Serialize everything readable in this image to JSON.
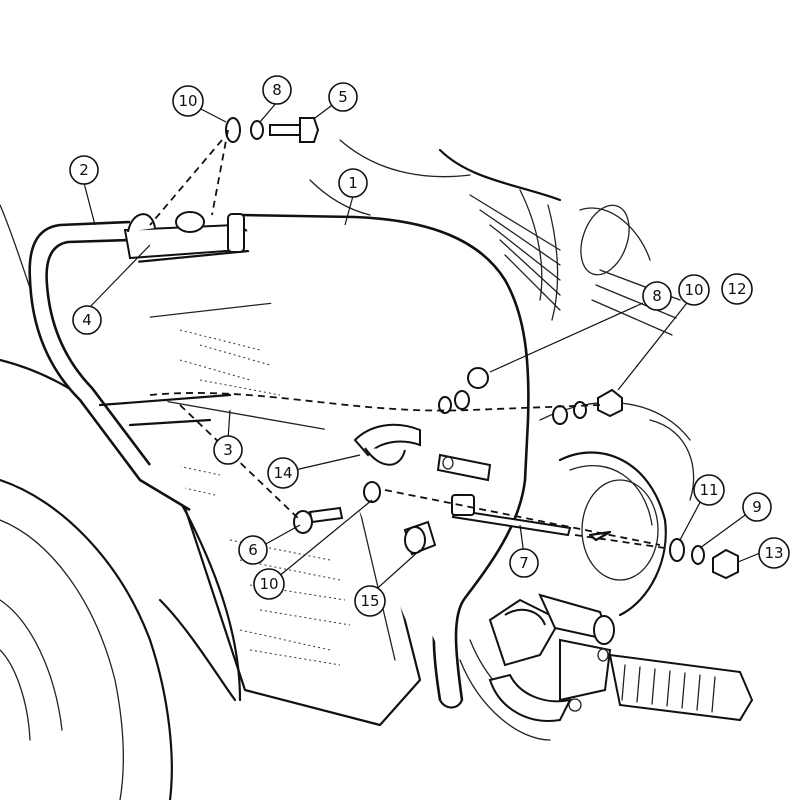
{
  "diagram": {
    "title": "Engine guard exploded assembly",
    "callouts": {
      "c1": "1",
      "c2": "2",
      "c3": "3",
      "c4": "4",
      "c5": "5",
      "c6": "6",
      "c7": "7",
      "c8a": "8",
      "c8b": "8",
      "c9": "9",
      "c10a": "10",
      "c10b": "10",
      "c10c": "10",
      "c11": "11",
      "c12": "12",
      "c13": "13",
      "c14": "14",
      "c15": "15"
    }
  }
}
